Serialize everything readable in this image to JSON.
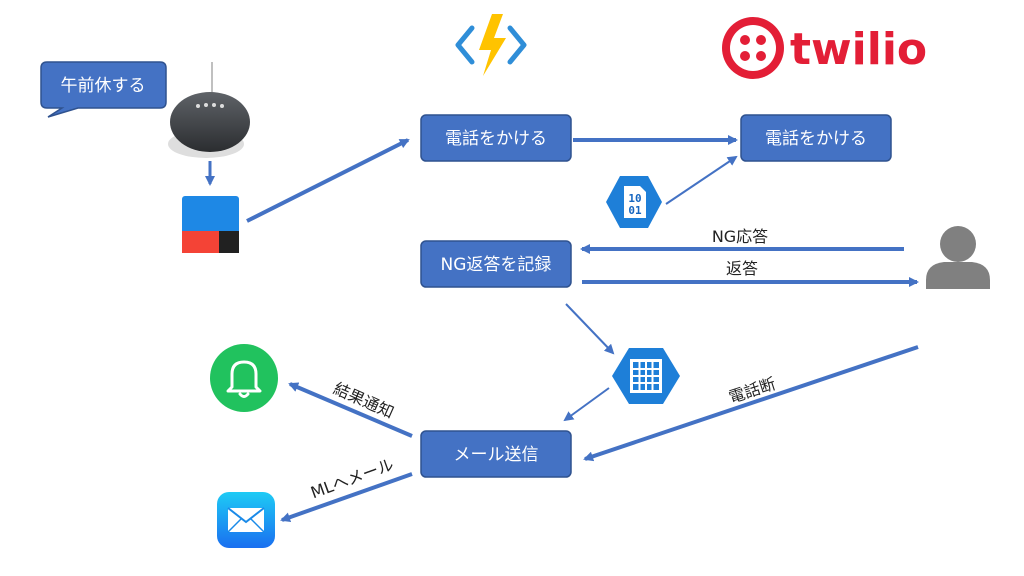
{
  "nodes": {
    "call_azure": "電話をかける",
    "call_twilio": "電話をかける",
    "record_ng": "NG返答を記録",
    "send_mail": "メール送信"
  },
  "speech": {
    "request": "午前休する"
  },
  "edges": {
    "ng_response": "NG応答",
    "reply": "返答",
    "hang_up": "電話断",
    "result_notify": "結果通知",
    "mail_to_ml": "MLへメール"
  },
  "logos": {
    "twilio": "twilio",
    "binary_top": "10",
    "binary_bottom": "01"
  },
  "colors": {
    "box_fill": "#4472c4",
    "box_border": "#2f528f",
    "arrow": "#4472c4",
    "azure_bolt": "#ffc300",
    "azure_bracket": "#2f8ed8",
    "twilio_red": "#e31e36",
    "ifttt_blue": "#1e88e5",
    "ifttt_red": "#f44336",
    "ifttt_dark": "#212121",
    "bell_green": "#21c25e",
    "mail_blue": "#1e88e5",
    "user_gray": "#808080"
  },
  "icons": [
    "google-home-mini-icon",
    "ifttt-icon",
    "azure-functions-icon",
    "twilio-logo-icon",
    "blob-storage-icon",
    "table-storage-icon",
    "user-icon",
    "notification-bell-icon",
    "mail-app-icon"
  ]
}
